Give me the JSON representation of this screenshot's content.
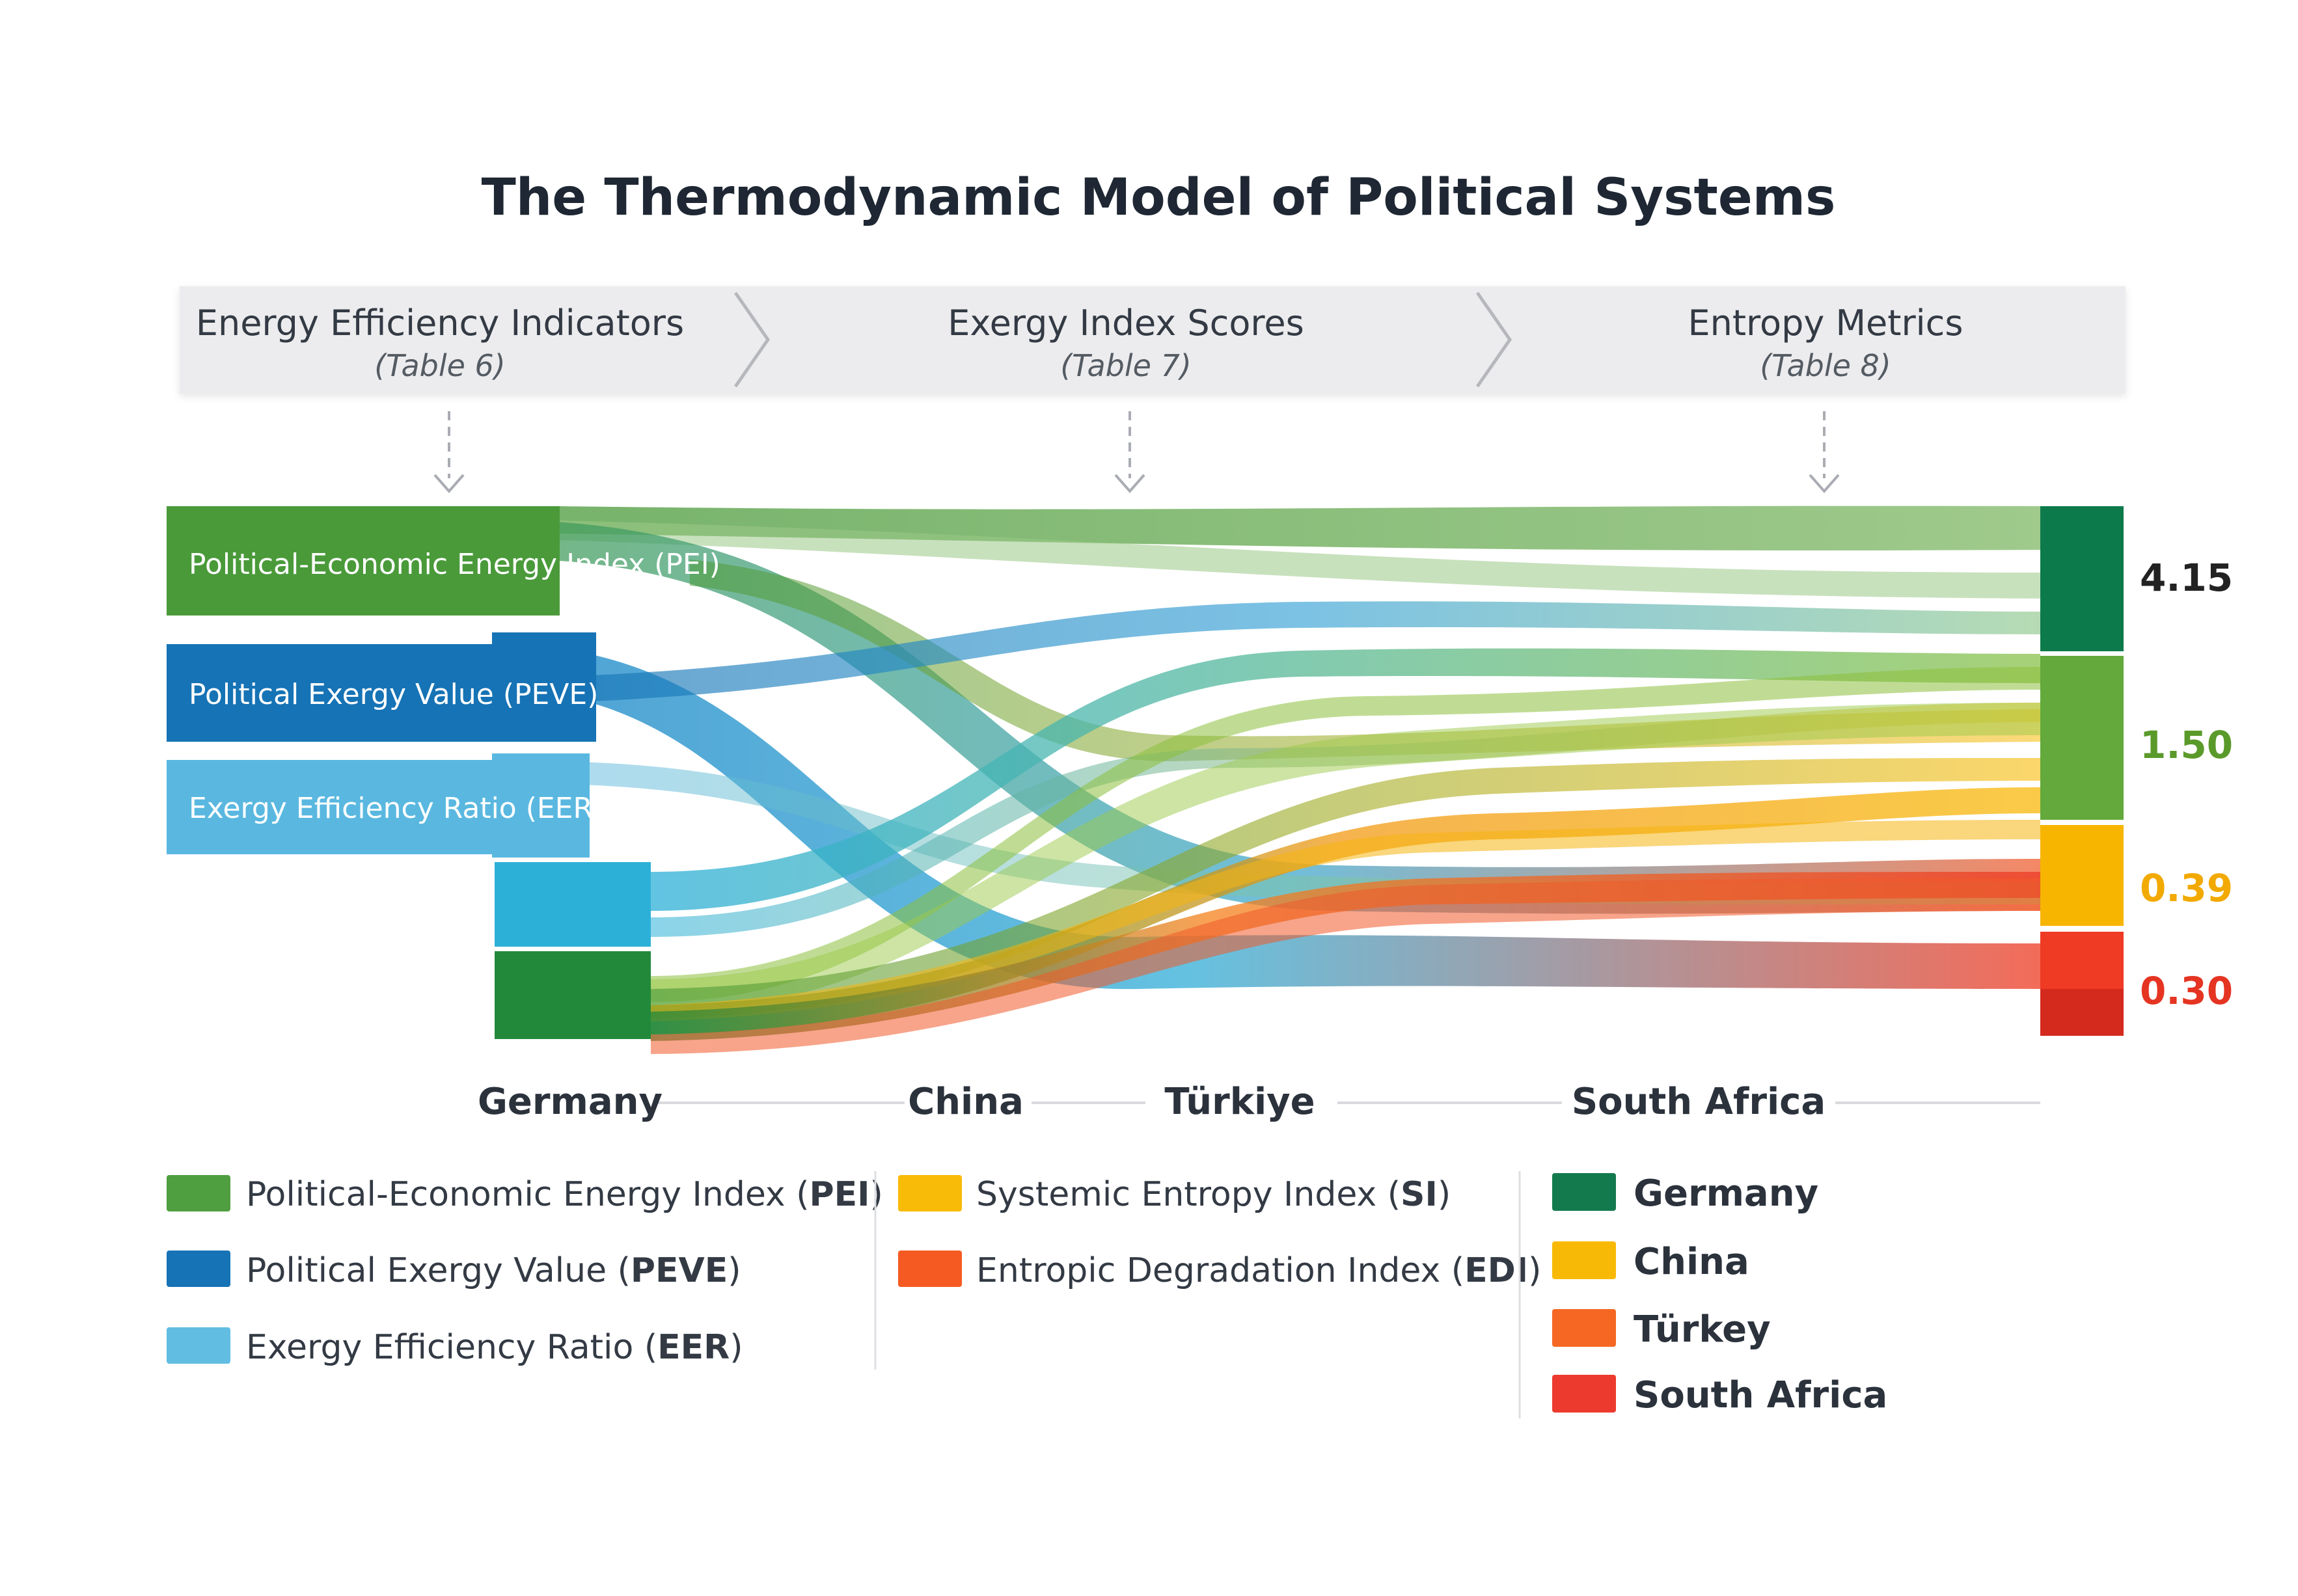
{
  "title": "The Thermodynamic Model of Political Systems",
  "header": {
    "stages": [
      {
        "name": "Energy Efficiency Indicators",
        "ref": "(Table 6)"
      },
      {
        "name": "Exergy Index Scores",
        "ref": "(Table 7)"
      },
      {
        "name": "Entropy Metrics",
        "ref": "(Table 8)"
      }
    ]
  },
  "indicators": [
    {
      "label": "Political-Economic Energy Index (PEI)",
      "color": "#4a9a3a"
    },
    {
      "label": "Political Exergy Value (PEVE)",
      "color": "#1673b5"
    },
    {
      "label": "Exergy Efficiency Ratio (EER)",
      "color": "#5ab8e0"
    }
  ],
  "outcomes": [
    {
      "value": "4.15",
      "color": "#0d7a4c",
      "text_color": "#222222"
    },
    {
      "value": "1.50",
      "color": "#63a93b",
      "text_color": "#5a9a2a"
    },
    {
      "value": "0.39",
      "color": "#f7b500",
      "text_color": "#f2a900"
    },
    {
      "value": "0.30",
      "color": "#ef3a24",
      "text_color": "#e53422"
    }
  ],
  "countries_axis": [
    "Germany",
    "China",
    "Türkiye",
    "South Africa"
  ],
  "legend": {
    "indices": [
      {
        "label_plain": "Political-Economic Energy Index (",
        "label_bold": "PEI",
        "label_end": ")",
        "color": "#4f9e3f"
      },
      {
        "label_plain": "Political Exergy Value (",
        "label_bold": "PEVE",
        "label_end": ")",
        "color": "#1673b5"
      },
      {
        "label_plain": "Exergy Efficiency Ratio (",
        "label_bold": "EER",
        "label_end": ")",
        "color": "#62bde3"
      }
    ],
    "entropy": [
      {
        "label_plain": "Systemic Entropy Index (",
        "label_bold": "SI",
        "label_end": ")",
        "color": "#f8bb08"
      },
      {
        "label_plain": "Entropic Degradation Index (",
        "label_bold": "EDI",
        "label_end": ")",
        "color": "#f55a22"
      }
    ],
    "countries": [
      {
        "label": "Germany",
        "color": "#137a4e"
      },
      {
        "label": "China",
        "color": "#f8b906"
      },
      {
        "label": "Türkey",
        "color": "#f56723"
      },
      {
        "label": "South Africa",
        "color": "#ed3a2e"
      }
    ]
  }
}
